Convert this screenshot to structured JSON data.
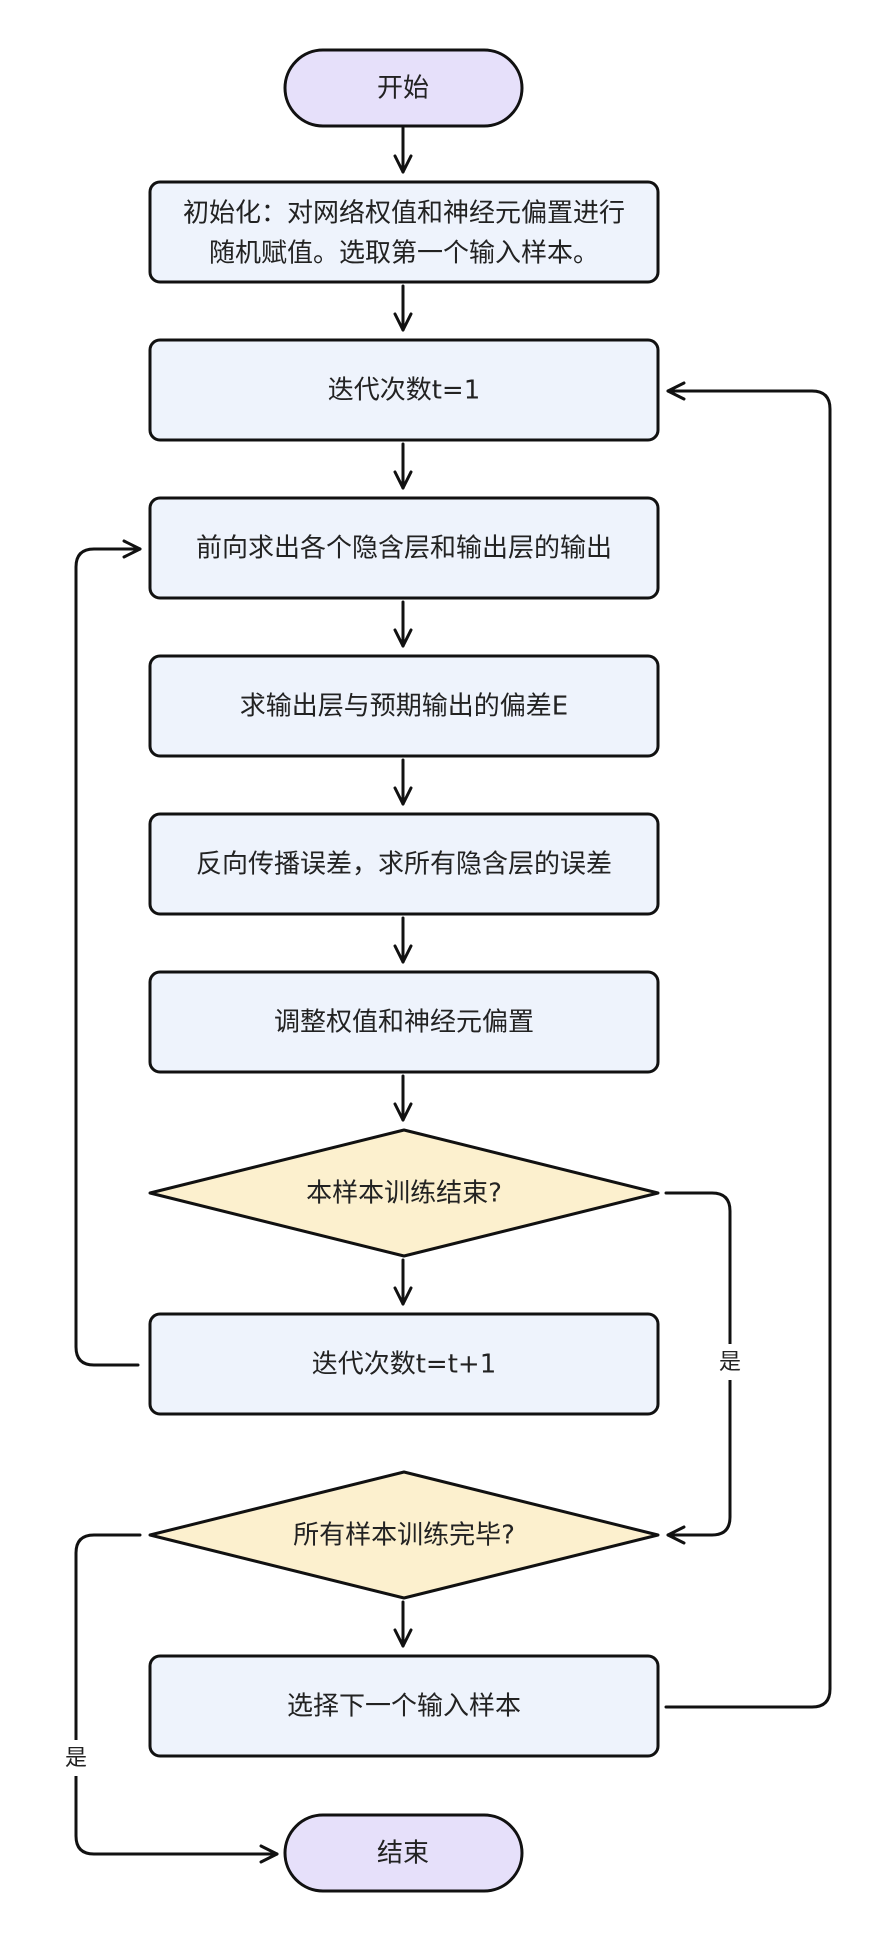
{
  "diagram": {
    "nodes": {
      "start": "开始",
      "init": [
        "初始化：对网络权值和神经元偏置进行",
        "随机赋值。选取第一个输入样本。"
      ],
      "iter_init": "迭代次数t=1",
      "forward": "前向求出各个隐含层和输出层的输出",
      "error": "求输出层与预期输出的偏差E",
      "backprop": "反向传播误差，求所有隐含层的误差",
      "adjust": "调整权值和神经元偏置",
      "sample_done": "本样本训练结束?",
      "iter_inc": "迭代次数t=t+1",
      "all_done": "所有样本训练完毕?",
      "next_sample": "选择下一个输入样本",
      "end": "结束"
    },
    "edge_labels": {
      "sample_done_yes": "是",
      "all_done_yes": "是"
    },
    "colors": {
      "terminal_fill": "#E6E0FA",
      "process_fill": "#EEF3FC",
      "decision_fill": "#FCF0CE",
      "stroke": "#111111"
    }
  }
}
